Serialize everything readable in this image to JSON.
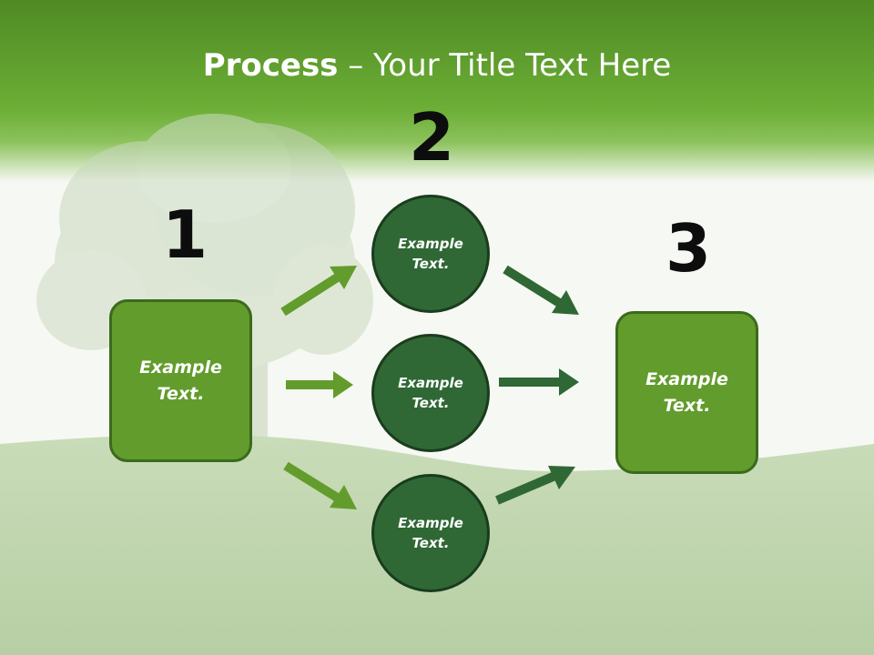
{
  "header": {
    "title_bold": "Process",
    "title_rest": " – Your Title Text Here"
  },
  "steps": {
    "step1": {
      "number": "1",
      "text": "Example\nText."
    },
    "step2": {
      "number": "2",
      "circles": [
        "Example\nText.",
        "Example\nText.",
        "Example\nText."
      ]
    },
    "step3": {
      "number": "3",
      "text": "Example\nText."
    }
  },
  "colors": {
    "header_green": "#6aac34",
    "box_green": "#629c2c",
    "circle_green": "#2f6834",
    "arrow_light": "#629c2c",
    "arrow_dark": "#2f6834"
  }
}
